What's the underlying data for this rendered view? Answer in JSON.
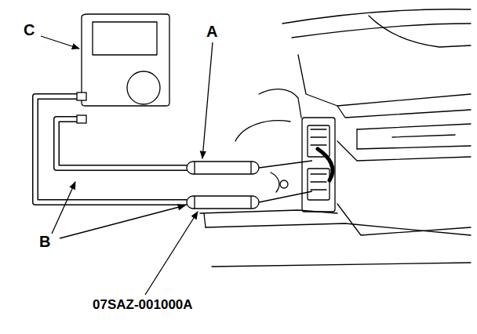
{
  "diagram": {
    "labels": [
      "C",
      "A",
      "B",
      "07SAZ-001000A"
    ]
  }
}
